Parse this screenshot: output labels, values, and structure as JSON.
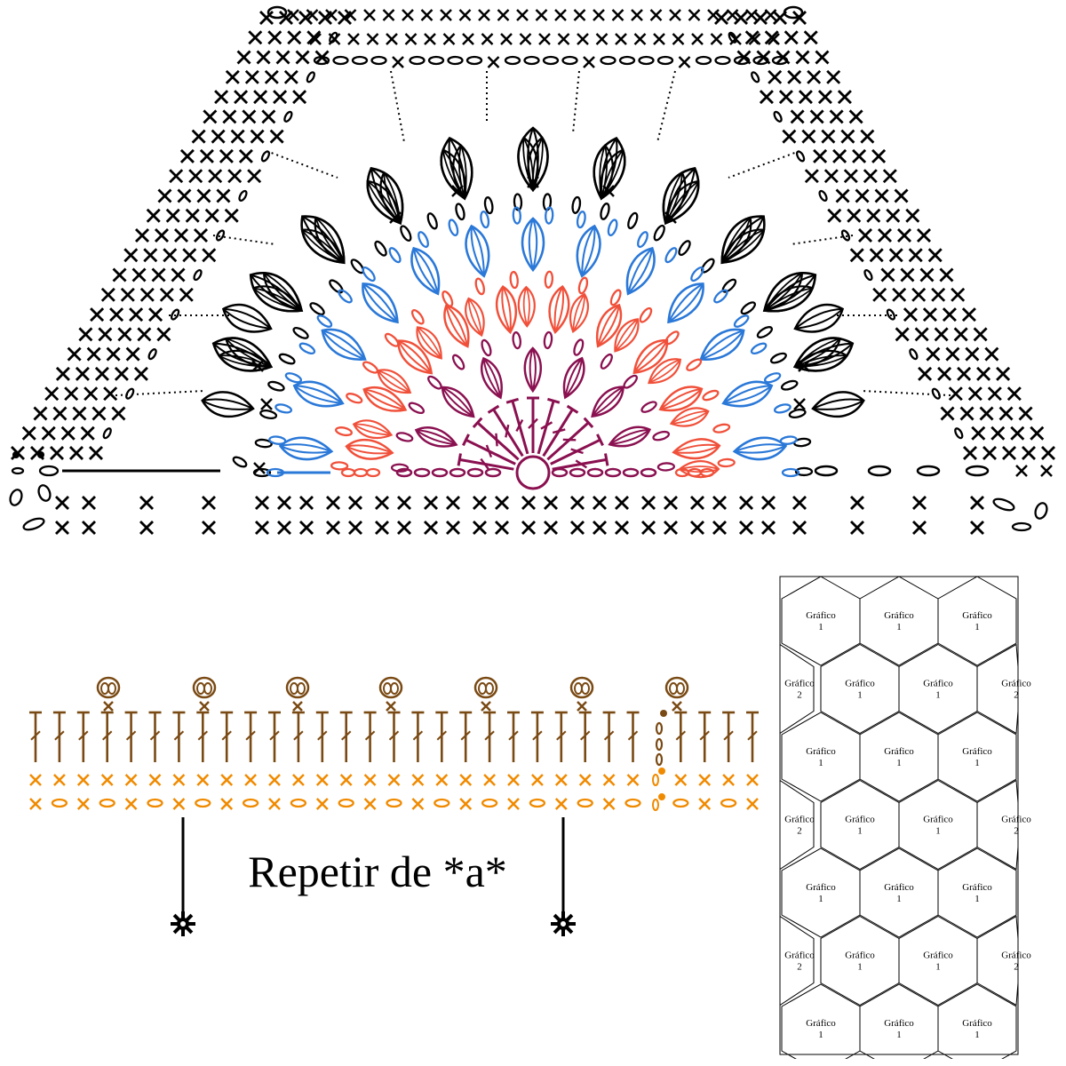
{
  "colors": {
    "border_rows": "#000000",
    "round_1": "#8a1050",
    "round_2": "#f0503a",
    "round_3": "#2a78d8",
    "round_4": "#000000",
    "edging_upper": "#7a4a14",
    "edging_lower": "#f08a00",
    "background": "#ffffff"
  },
  "edging_chart": {
    "caption": "Repetir de *a*",
    "repeat_marker_icon": "asterisk-flower-icon"
  },
  "assembly_layout": {
    "rows": [
      [
        "Gráfico 1",
        "Gráfico 1",
        "Gráfico 1"
      ],
      [
        "Gráfico 2",
        "Gráfico 1",
        "Gráfico 1",
        "Gráfico 2"
      ],
      [
        "Gráfico 1",
        "Gráfico 1",
        "Gráfico 1"
      ],
      [
        "Gráfico 2",
        "Gráfico 1",
        "Gráfico 1",
        "Gráfico 2"
      ],
      [
        "Gráfico 1",
        "Gráfico 1",
        "Gráfico 1"
      ],
      [
        "Gráfico 2",
        "Gráfico 1",
        "Gráfico 1",
        "Gráfico 2"
      ],
      [
        "Gráfico 1",
        "Gráfico 1",
        "Gráfico 1"
      ]
    ]
  }
}
